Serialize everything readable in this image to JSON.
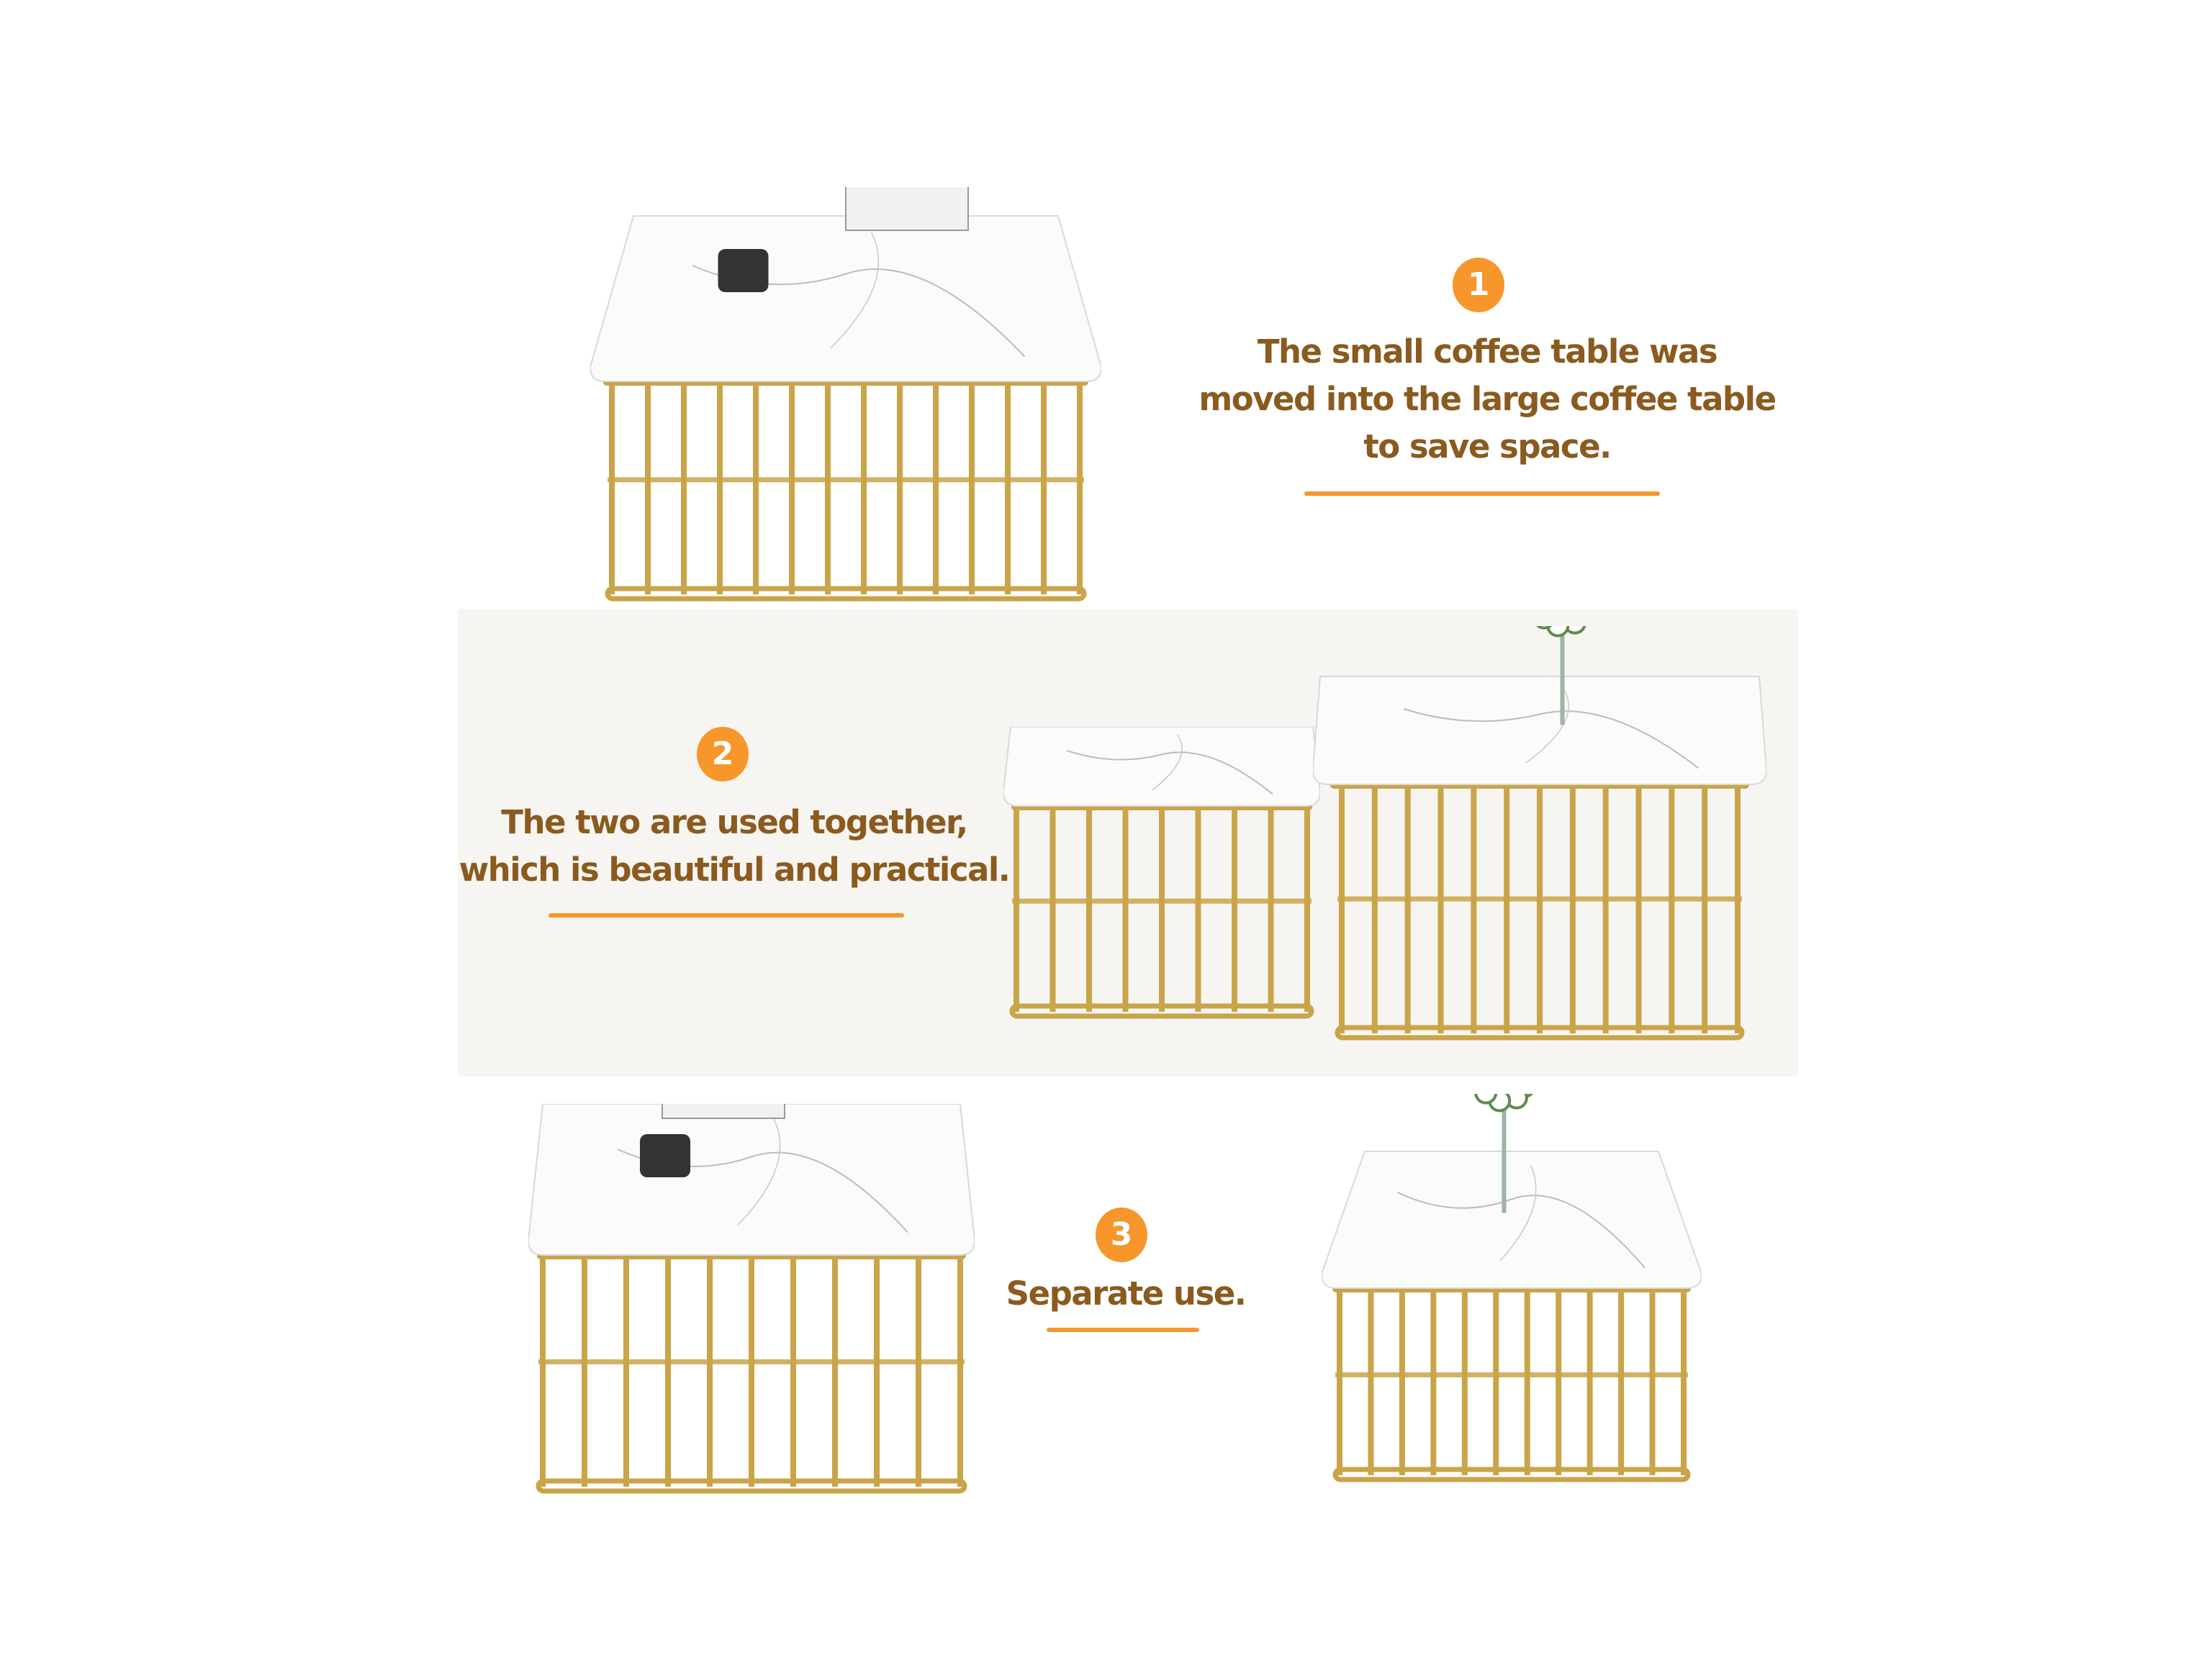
{
  "colors": {
    "accent": "#f7962a",
    "text": "#8a5a1e",
    "gold": "#c9a449",
    "band": "#f7f5f1"
  },
  "steps": [
    {
      "number": "1",
      "lines": [
        "The small coffee table was",
        "moved into the large coffee table",
        "to save space."
      ]
    },
    {
      "number": "2",
      "lines": [
        "The two are used together,",
        "which is beautiful and practical."
      ]
    },
    {
      "number": "3",
      "lines": [
        "Separate use."
      ]
    }
  ]
}
